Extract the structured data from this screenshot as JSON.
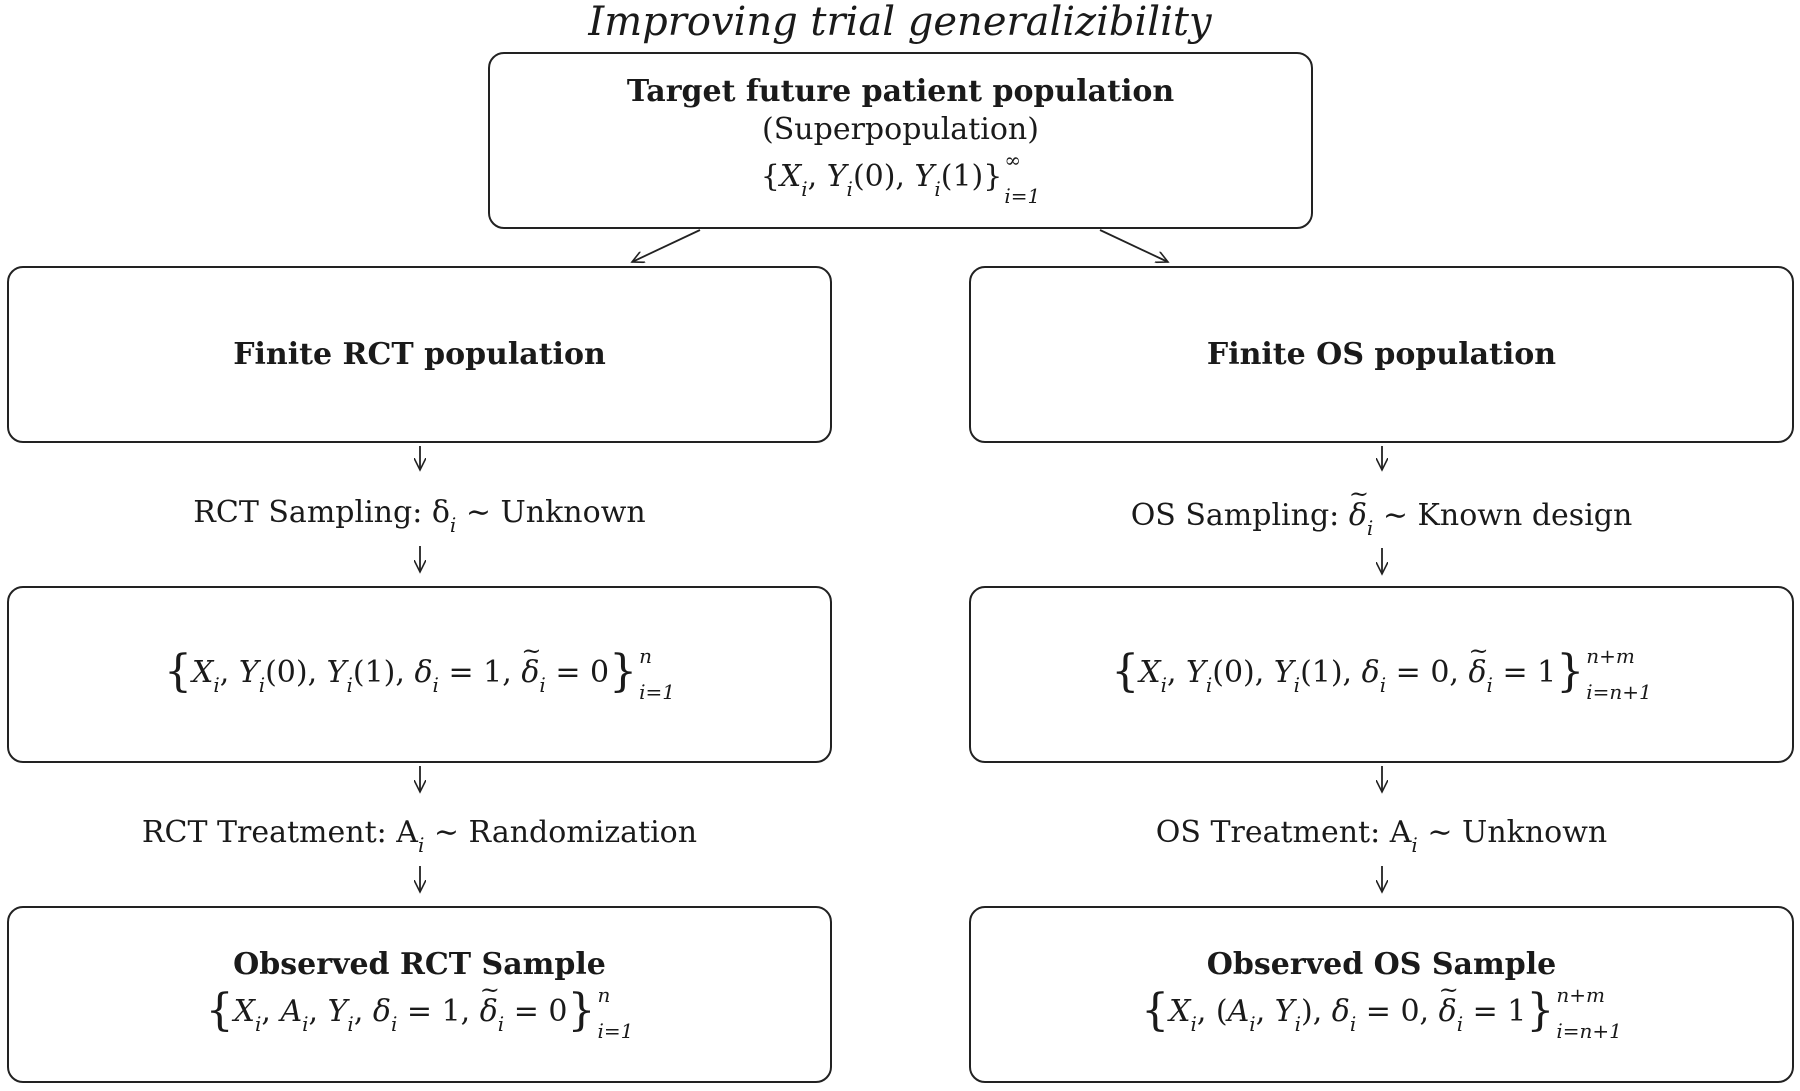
{
  "title": "Improving trial generalizibility",
  "top": {
    "heading": "Target future patient population",
    "subheading": "(Superpopulation)",
    "formula_body": "{X",
    "formula_sup": "∞",
    "formula_sub": "i=1"
  },
  "rct": {
    "population": "Finite RCT population",
    "sampling_label": "RCT Sampling: δ",
    "sampling_rest": " ∼ Unknown",
    "set_sup": "n",
    "set_sub": "i=1",
    "treatment_label": "RCT Treatment: A",
    "treatment_rest": " ∼ Randomization",
    "observed_heading": "Observed RCT Sample",
    "observed_sup": "n",
    "observed_sub": "i=1"
  },
  "os": {
    "population": "Finite OS population",
    "sampling_label": "OS Sampling: ",
    "sampling_rest": " ∼ Known design",
    "set_sup": "n+m",
    "set_sub": "i=n+1",
    "treatment_label": "OS Treatment: A",
    "treatment_rest": " ∼ Unknown",
    "observed_heading": "Observed OS Sample",
    "observed_sup": "n+m",
    "observed_sub": "i=n+1"
  }
}
